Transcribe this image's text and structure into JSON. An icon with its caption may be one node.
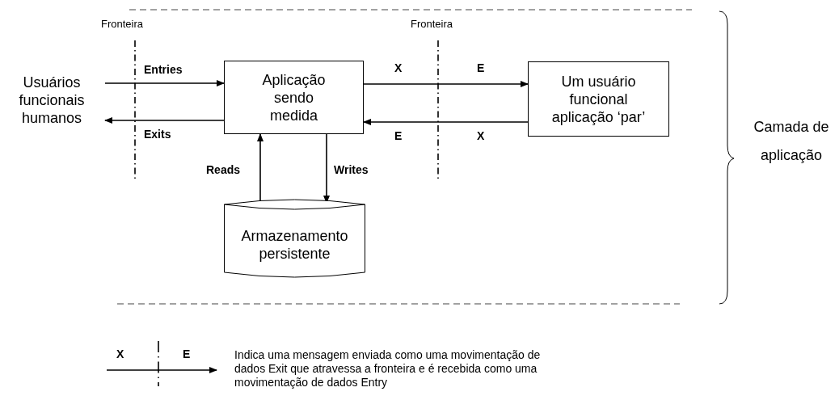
{
  "diagram": {
    "nodes": [
      {
        "text": [
          "Usuários funcionais humanos"
        ]
      },
      {
        "text": [
          "Aplicação sendo medida"
        ]
      },
      {
        "text": [
          "Um usuário funcional aplicação ‘par’"
        ]
      },
      {
        "text": [
          "Armazenamento persistente"
        ]
      }
    ],
    "edges": [
      {
        "from": 0,
        "to": 1,
        "arrow": "to",
        "label": "Entries"
      },
      {
        "from": 1,
        "to": 0,
        "arrow": "to",
        "label": "Exits"
      },
      {
        "from": 1,
        "to": 2,
        "arrow": "to"
      },
      {
        "from": 2,
        "to": 1,
        "arrow": "to"
      },
      {
        "from": 3,
        "to": 1,
        "arrow": "to",
        "label": "Reads"
      },
      {
        "from": 1,
        "to": 3,
        "arrow": "to",
        "label": "Writes"
      }
    ],
    "labels": [
      "Fronteira",
      "Fronteira",
      "X",
      "E",
      "E",
      "X",
      "Camada de aplicação",
      "X",
      "E"
    ],
    "legend": [
      {
        "text": "Indica uma mensagem enviada como uma movimentação de dados Exit que atravessa a fronteira e é recebida como uma movimentação de dados Entry"
      }
    ]
  }
}
